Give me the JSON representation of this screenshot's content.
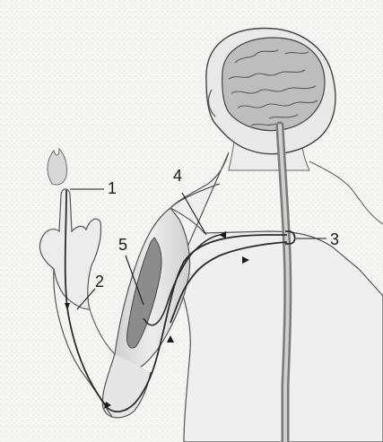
{
  "labels": {
    "l1": "1",
    "l2": "2",
    "l3": "3",
    "l4": "4",
    "l5": "5"
  },
  "colors": {
    "paper": "#f4f4f2",
    "line": "#2b2b2b",
    "shade": "#9a9a9a",
    "muscle": "#8c8c8c"
  }
}
